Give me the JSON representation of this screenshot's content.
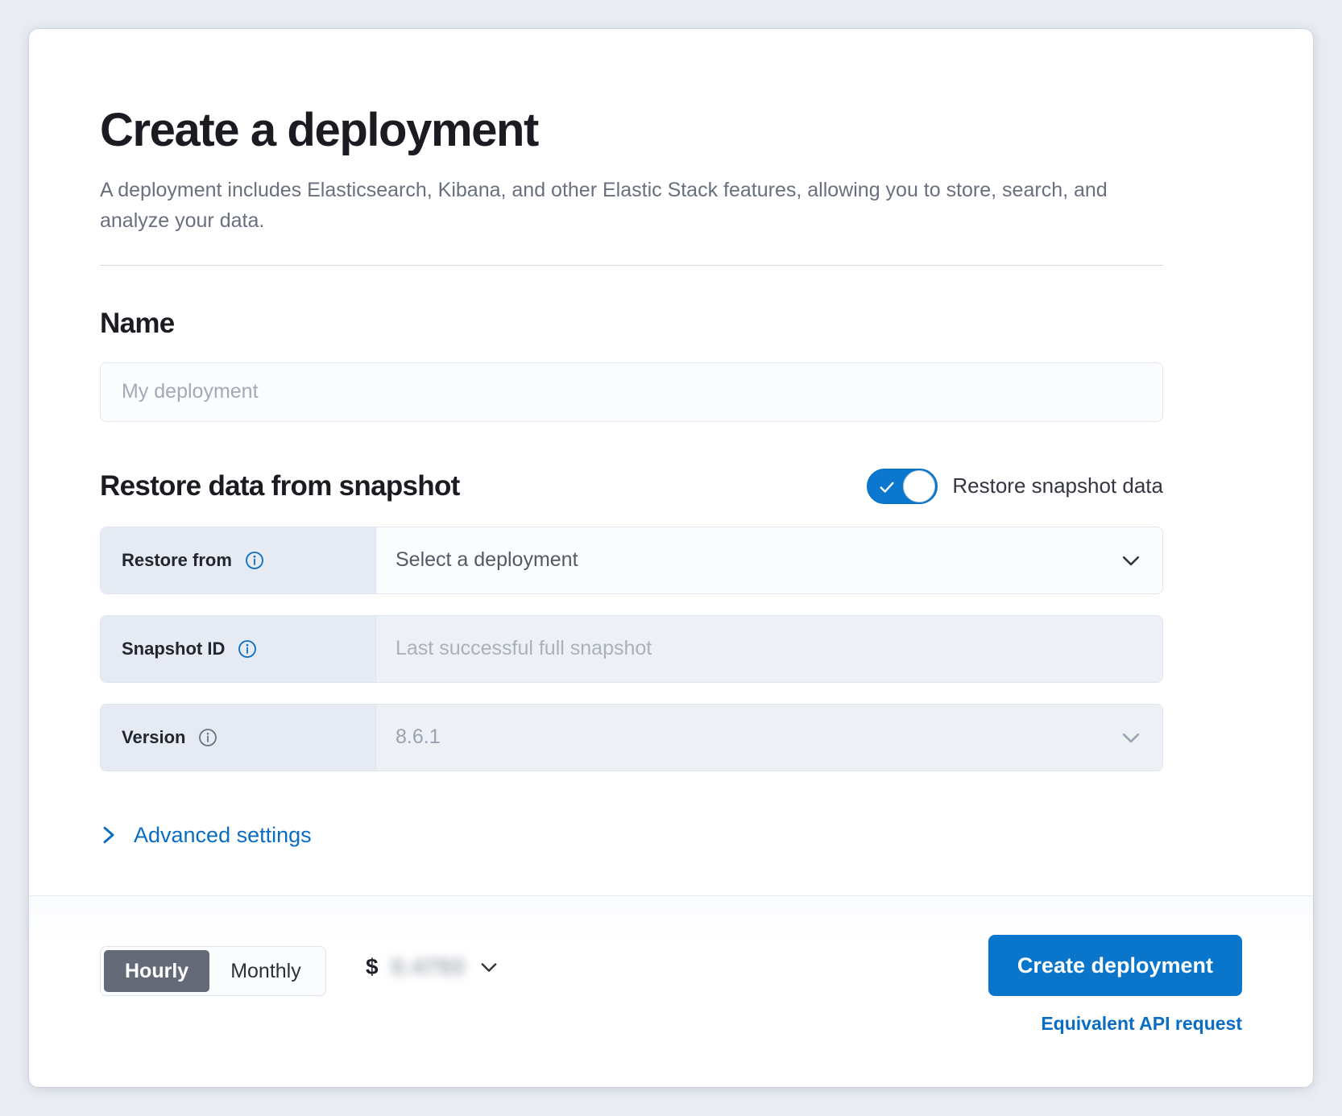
{
  "header": {
    "title": "Create a deployment",
    "description": "A deployment includes Elasticsearch, Kibana, and other Elastic Stack features, allowing you to store, search, and analyze your data."
  },
  "name_section": {
    "heading": "Name",
    "input_value": "",
    "placeholder": "My deployment"
  },
  "restore_section": {
    "heading": "Restore data from snapshot",
    "toggle": {
      "label": "Restore snapshot data",
      "checked": true,
      "icon": "check-icon",
      "on_color": "#0b77ce"
    },
    "rows": [
      {
        "label": "Restore from",
        "info_icon": "info-icon",
        "info_icon_color": "#0a6dc4",
        "value": "Select a deployment",
        "disabled": false,
        "has_chevron": true,
        "chevron_icon": "chevron-down-icon"
      },
      {
        "label": "Snapshot ID",
        "info_icon": "info-icon",
        "info_icon_color": "#0a6dc4",
        "value": "Last successful full snapshot",
        "disabled": true,
        "has_chevron": false,
        "chevron_icon": ""
      },
      {
        "label": "Version",
        "info_icon": "info-icon",
        "info_icon_color": "#8d96a3",
        "value": "8.6.1",
        "disabled": true,
        "has_chevron": true,
        "chevron_icon": "chevron-down-icon"
      }
    ],
    "advanced_settings": {
      "label": "Advanced settings",
      "icon": "chevron-right-icon",
      "color": "#0a6dc4"
    }
  },
  "footer": {
    "billing_toggle": {
      "options": [
        "Hourly",
        "Monthly"
      ],
      "selected": "Hourly"
    },
    "price": {
      "currency_symbol": "$",
      "amount": "0.4793",
      "redacted": true,
      "chevron_icon": "chevron-down-icon"
    },
    "create_button": {
      "label": "Create deployment",
      "color": "#0a76cb"
    },
    "api_link": {
      "label": "Equivalent API request",
      "color": "#0a6dc4"
    }
  }
}
